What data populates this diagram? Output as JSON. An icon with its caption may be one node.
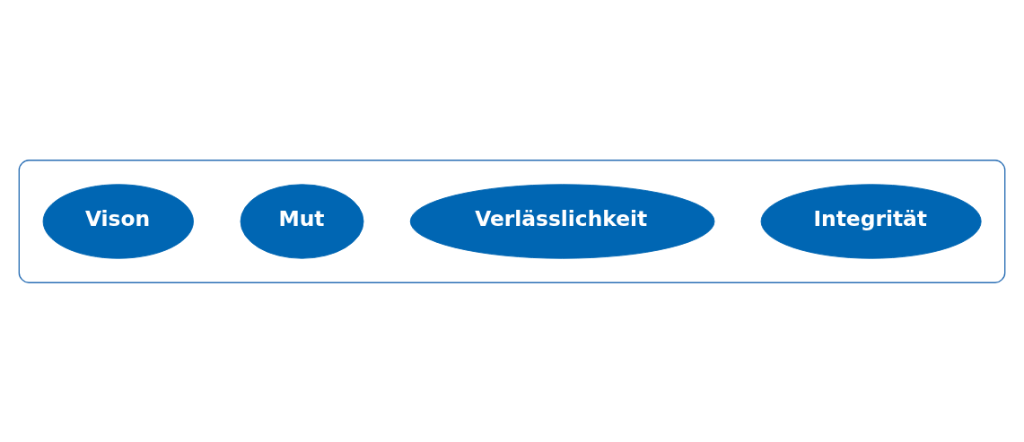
{
  "diagram": {
    "nodes": [
      {
        "text": [],
        "shape": "box"
      },
      {
        "text": [
          "Vison"
        ],
        "in": 0
      },
      {
        "text": [
          "Mut"
        ],
        "in": 0
      },
      {
        "text": [
          "Verlässlichkeit"
        ],
        "in": 0
      },
      {
        "text": [
          "Integrität"
        ],
        "in": 0
      }
    ]
  }
}
